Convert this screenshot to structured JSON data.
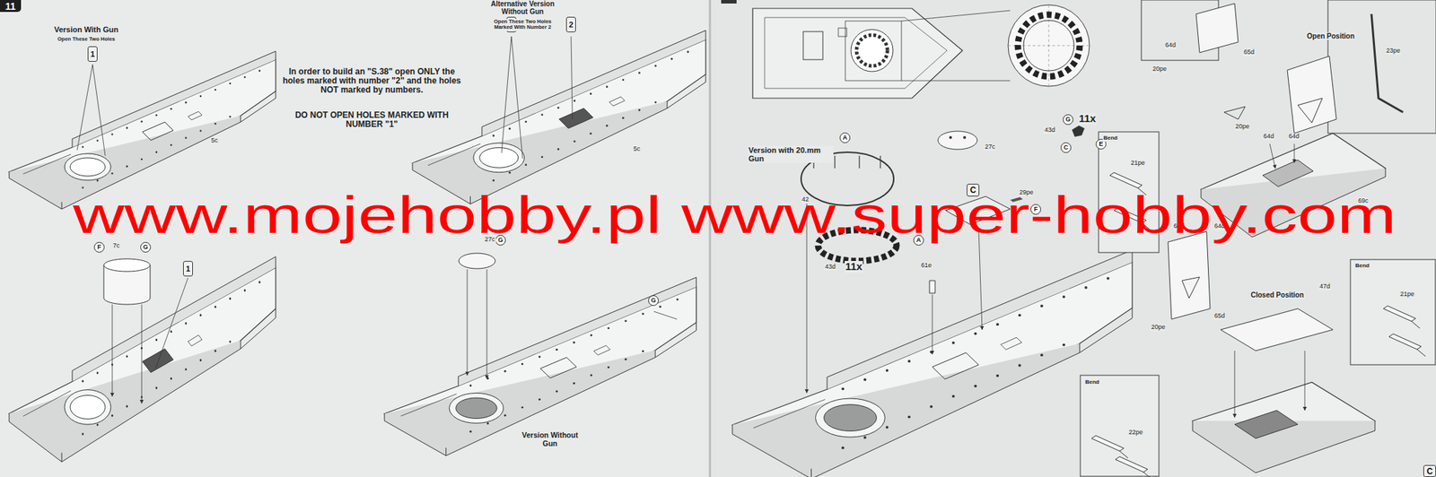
{
  "diagram": {
    "nodes": [
      {
        "text": [
          "11"
        ]
      },
      {
        "text": [
          "1"
        ]
      },
      {
        "text": [
          "2"
        ]
      },
      {
        "text": [
          "2"
        ]
      },
      {
        "text": [
          "1"
        ]
      },
      {
        "text": [
          "F"
        ]
      },
      {
        "text": [
          "G"
        ]
      },
      {
        "text": [
          "G"
        ]
      },
      {
        "text": [
          "G"
        ]
      },
      {
        "text": [
          "G"
        ]
      },
      {
        "text": [
          "C"
        ]
      },
      {
        "text": [
          "E"
        ]
      },
      {
        "text": [
          "A"
        ]
      },
      {
        "text": [
          "C"
        ]
      },
      {
        "text": [
          "F"
        ]
      },
      {
        "text": [
          "A"
        ]
      },
      {
        "text": [
          "C"
        ]
      }
    ],
    "labels": [
      "Version With Gun",
      "Open These Two Holes",
      "Alternative Version Without Gun",
      "Open These Two Holes Marked With Number 2",
      "In order to build an \"S.38\" open ONLY the holes marked with number \"2\" and the holes NOT marked by numbers.",
      "DO NOT OPEN HOLES MARKED WITH NUMBER \"1\"",
      "5c",
      "5c",
      "www.mojehobby.pl www.super-hobby.com",
      "7c",
      "27c",
      "Version Without Gun",
      "43d",
      "11x",
      "Version with 20.mm Gun",
      "42",
      "27c",
      "29pe",
      "43d",
      "11x",
      "61e",
      "64d",
      "65d",
      "20pe",
      "Open Position",
      "23pe",
      "20pe",
      "Bend",
      "21pe",
      "64d",
      "64d",
      "69c",
      "64d",
      "64d",
      "65d",
      "20pe",
      "Closed Position",
      "47d",
      "Bend",
      "21pe",
      "Bend",
      "22pe"
    ]
  }
}
